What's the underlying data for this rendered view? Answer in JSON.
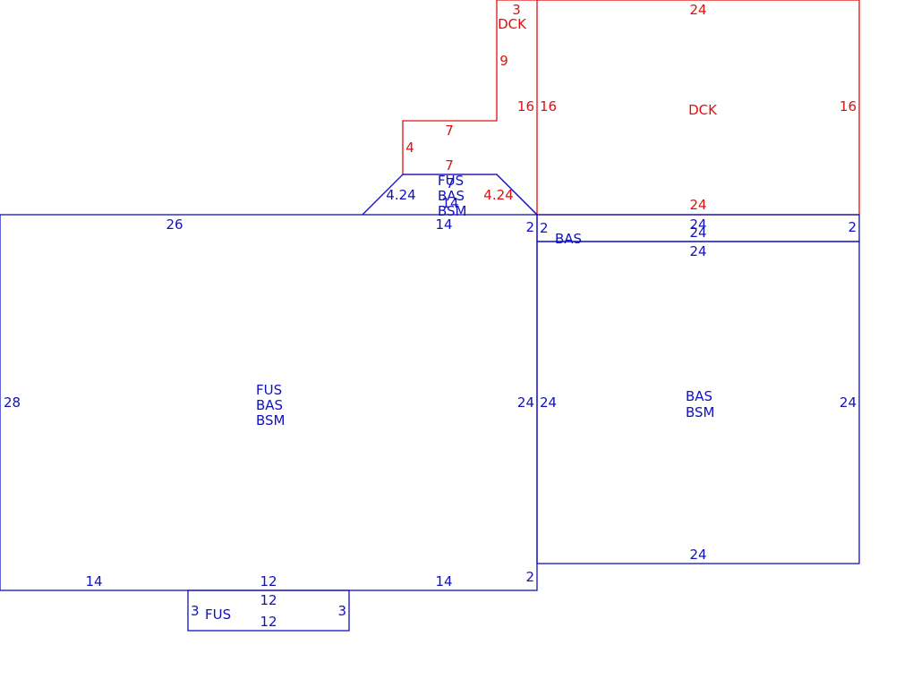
{
  "colors": {
    "blue": "#1010c0",
    "red": "#e01010"
  },
  "main": {
    "top_left": "26",
    "top_mid": "14",
    "left": "28",
    "right_upper": "2",
    "right_lower": "24",
    "bottom_left": "14",
    "bottom_mid": "12",
    "bottom_right": "14",
    "bottom_right_short": "2",
    "area_labels": [
      "FUS",
      "BAS",
      "BSM"
    ]
  },
  "bump": {
    "left_diag": "4.24",
    "right_diag": "4.24",
    "top": "7",
    "top_overlap": "14",
    "area_labels": [
      "FUS",
      "BAS",
      "BSM"
    ]
  },
  "fus_box": {
    "top": "12",
    "bottom": "12",
    "left": "3",
    "right": "3",
    "label": "FUS"
  },
  "bas_strip": {
    "left": "2",
    "right": "2",
    "top": "24",
    "bottom": "24",
    "label": "BAS"
  },
  "right_block": {
    "top": "24",
    "bottom": "24",
    "left": "24",
    "right": "24",
    "area_labels": [
      "BAS",
      "BSM"
    ]
  },
  "deck_large": {
    "top": "24",
    "bottom": "24",
    "left": "16",
    "right": "16",
    "label": "DCK"
  },
  "deck_small": {
    "top": "3",
    "vertical": "9",
    "step": "7",
    "left": "4",
    "bottom": "7",
    "right": "16",
    "label": "DCK"
  }
}
